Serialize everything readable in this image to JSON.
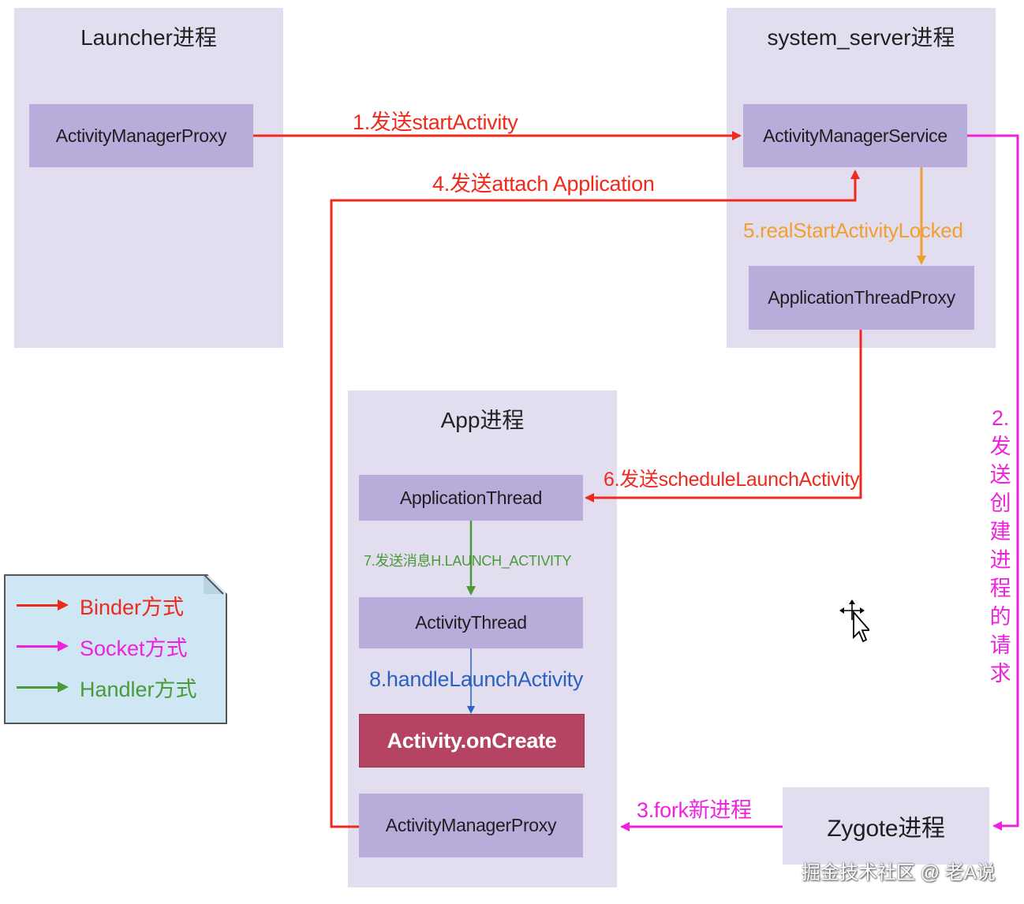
{
  "regions": {
    "launcher": {
      "title": "Launcher进程"
    },
    "system_server": {
      "title": "system_server进程"
    },
    "app": {
      "title": "App进程"
    }
  },
  "boxes": {
    "launcher_amp": "ActivityManagerProxy",
    "ams": "ActivityManagerService",
    "atp": "ApplicationThreadProxy",
    "app_thread": "ApplicationThread",
    "activity_thread": "ActivityThread",
    "on_create": "Activity.onCreate",
    "app_amp": "ActivityManagerProxy",
    "zygote": "Zygote进程"
  },
  "steps": {
    "s1": "1.发送startActivity",
    "s2": "2.发送创建进程的请求",
    "s3": "3.fork新进程",
    "s4": "4.发送attach Application",
    "s5": "5.realStartActivityLocked",
    "s6": "6.发送scheduleLaunchActivity",
    "s7": "7.发送消息H.LAUNCH_ACTIVITY",
    "s8": "8.handleLaunchActivity"
  },
  "legend": {
    "binder": "Binder方式",
    "socket": "Socket方式",
    "handler": "Handler方式"
  },
  "colors": {
    "binder": "#ee2a1c",
    "socket": "#ee22dd",
    "handler": "#4a9a3a",
    "realstart": "#f0a030",
    "handle_launch": "#2a62c0",
    "region_bg": "#e3ddf0",
    "box_bg": "#b8acdb",
    "oncreate_bg": "#b44462",
    "legend_bg": "#cfe6f4"
  },
  "watermark": "掘金技术社区 @ 老A说",
  "icons": [
    "move-cursor-icon"
  ]
}
